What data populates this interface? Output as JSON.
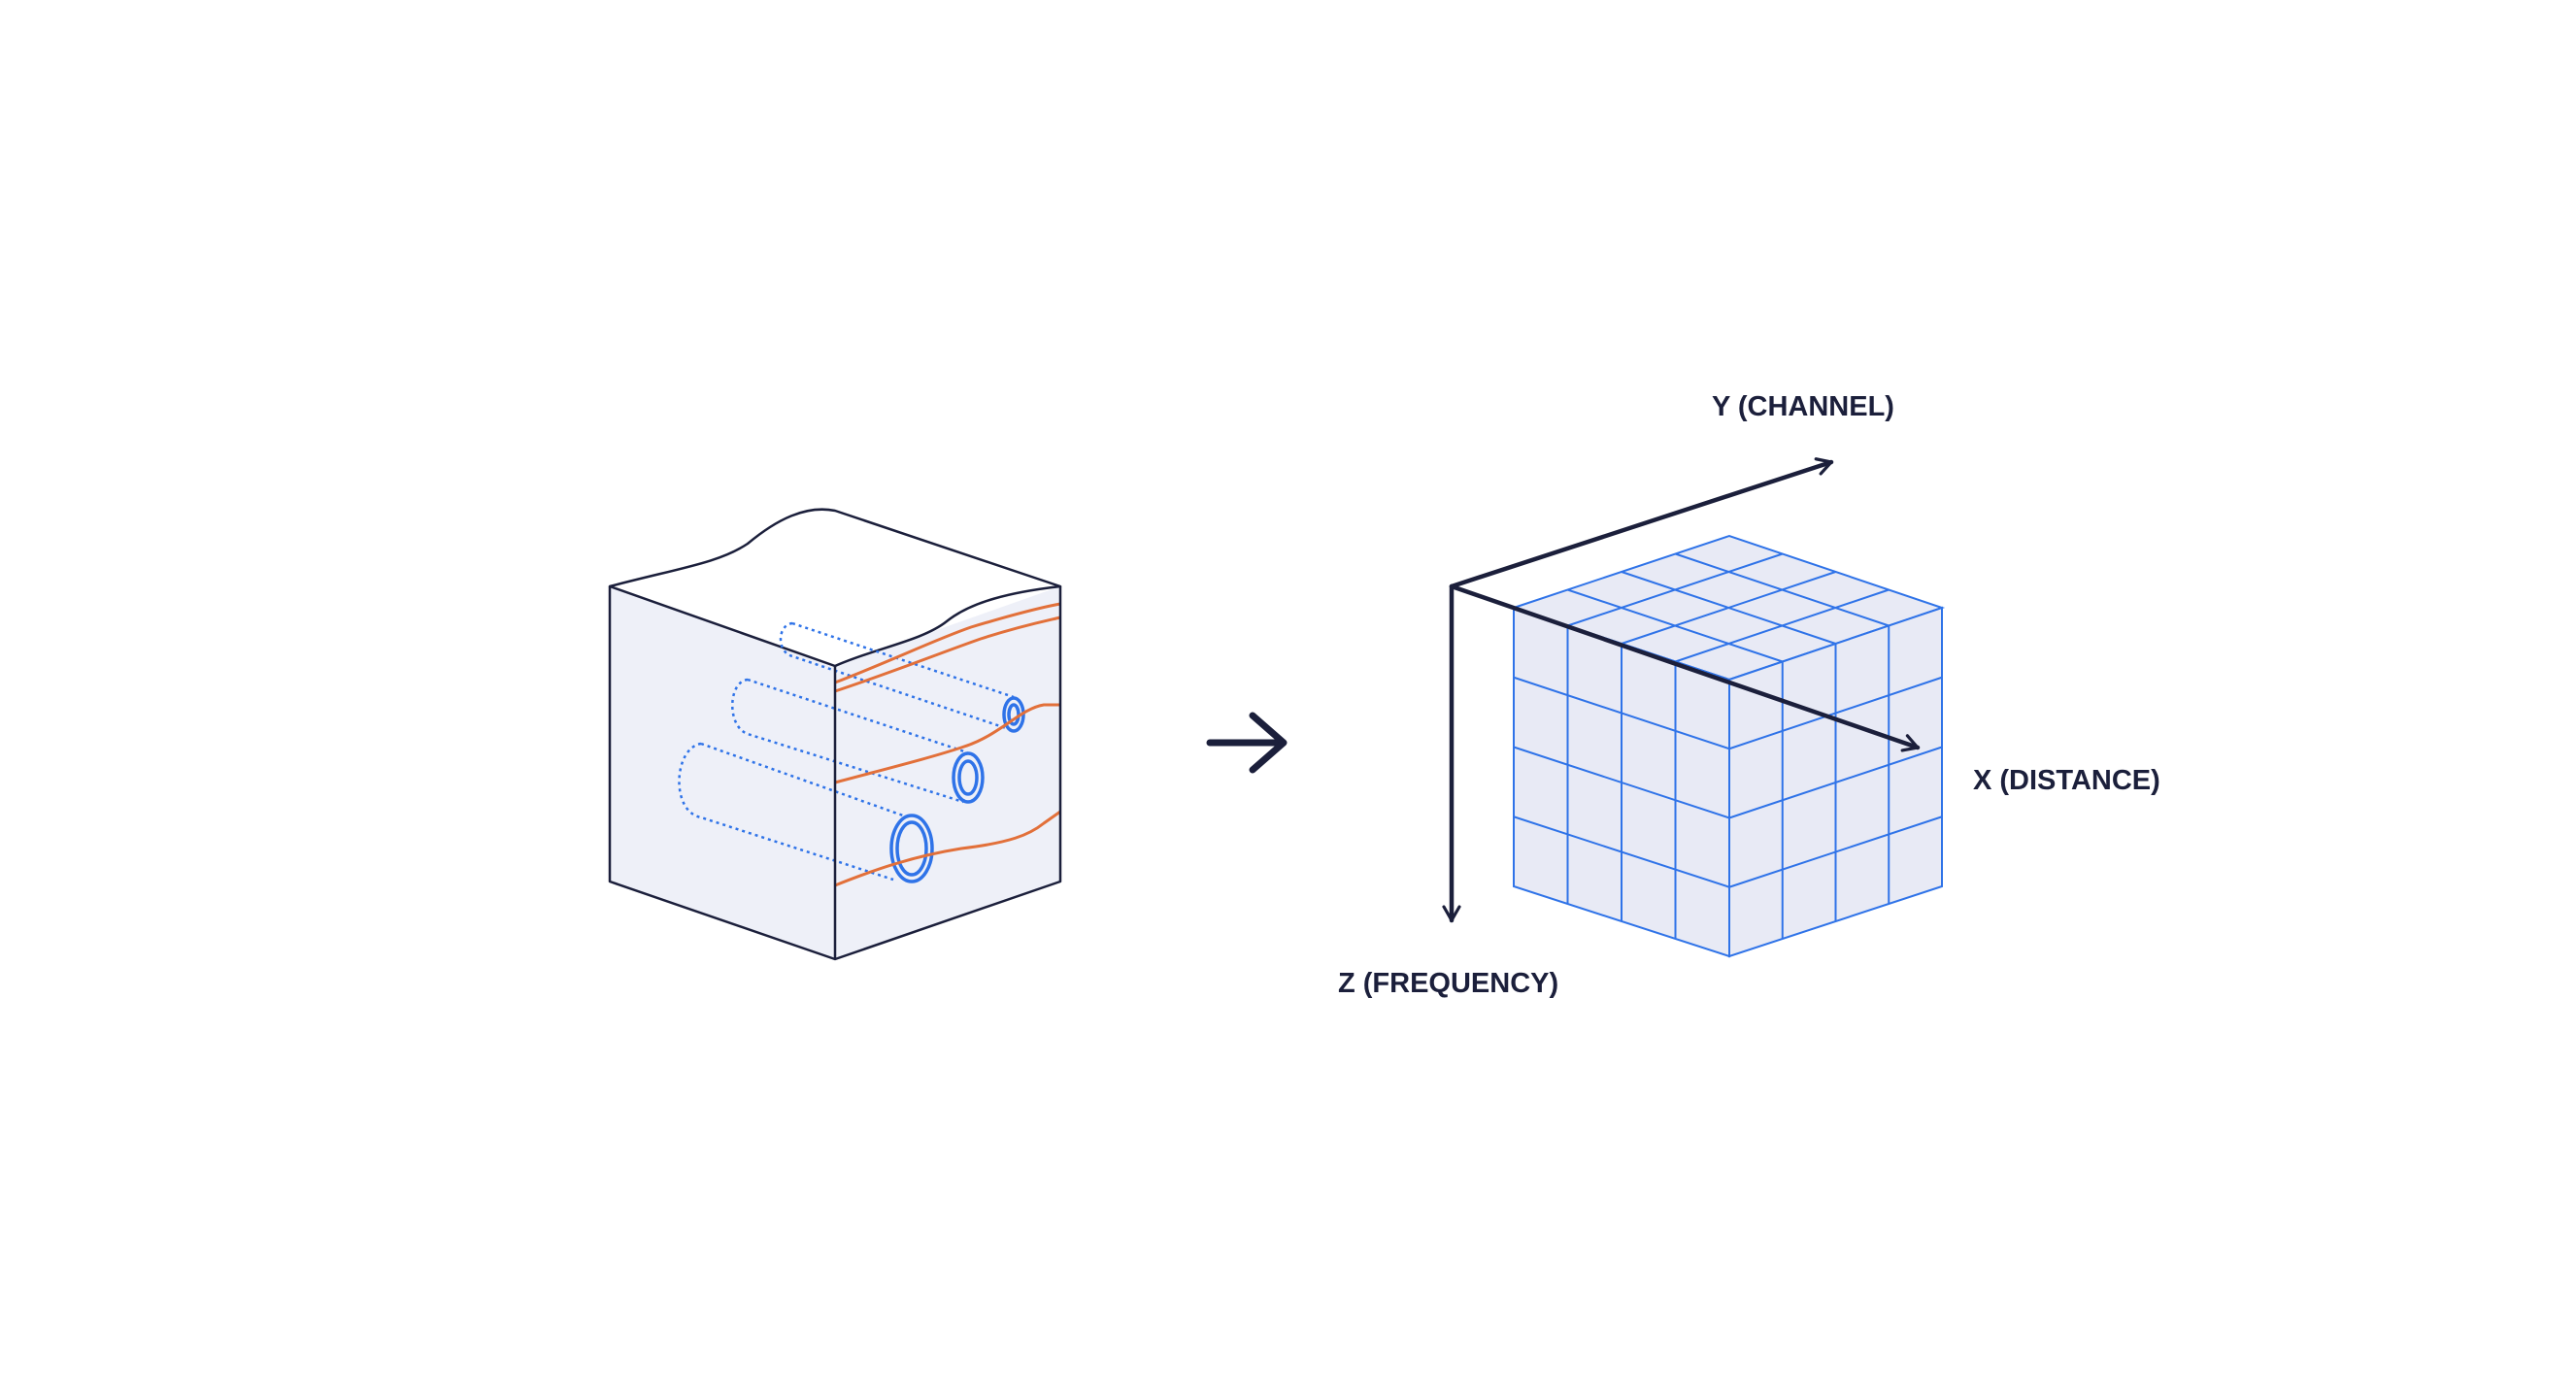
{
  "axes": {
    "y_label": "Y (CHANNEL)",
    "x_label": "X (DISTANCE)",
    "z_label": "Z (FREQUENCY)"
  },
  "colors": {
    "ink": "#1b1f3b",
    "grid_blue": "#2f73e8",
    "face_fill": "#eef0f8",
    "wire_orange": "#e2703a"
  },
  "icons": {
    "transform_arrow": "right-arrow-icon"
  }
}
